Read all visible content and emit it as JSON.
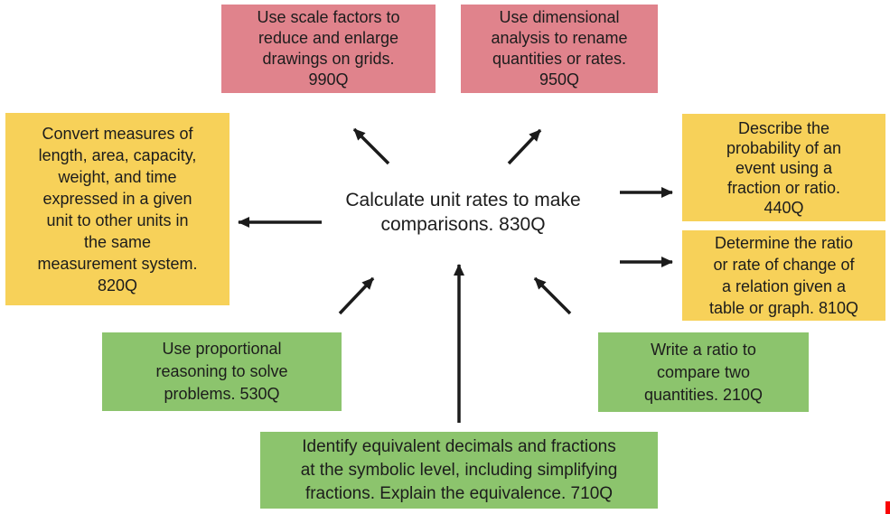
{
  "diagram": {
    "center": {
      "id": "830Q",
      "label": "Calculate unit rates to make\ncomparisons. 830Q"
    },
    "nodes": [
      {
        "id": "990Q",
        "category": "red",
        "color": "#e0838c",
        "label": "Use scale factors to\nreduce and enlarge\ndrawings on grids.\n990Q"
      },
      {
        "id": "950Q",
        "category": "red",
        "color": "#e0838c",
        "label": "Use dimensional\nanalysis to rename\nquantities or rates.\n950Q"
      },
      {
        "id": "820Q",
        "category": "yellow",
        "color": "#f7d159",
        "label": "Convert measures of\nlength, area, capacity,\nweight, and time\nexpressed in a given\nunit to other units in\nthe same\nmeasurement system.\n820Q"
      },
      {
        "id": "440Q",
        "category": "yellow",
        "color": "#f7d159",
        "label": "Describe the\nprobability of an\nevent using a\nfraction or ratio.\n440Q"
      },
      {
        "id": "810Q",
        "category": "yellow",
        "color": "#f7d159",
        "label": "Determine the ratio\nor rate of change of\na relation given a\ntable or graph. 810Q"
      },
      {
        "id": "530Q",
        "category": "green",
        "color": "#8cc46d",
        "label": "Use proportional\nreasoning to solve\nproblems. 530Q"
      },
      {
        "id": "210Q",
        "category": "green",
        "color": "#8cc46d",
        "label": "Write a ratio to\ncompare two\nquantities. 210Q"
      },
      {
        "id": "710Q",
        "category": "green",
        "color": "#8cc46d",
        "label": "Identify equivalent decimals and fractions\nat the symbolic level, including simplifying\nfractions. Explain the equivalence. 710Q"
      }
    ],
    "edges": [
      {
        "from": "830Q",
        "to": "990Q"
      },
      {
        "from": "830Q",
        "to": "950Q"
      },
      {
        "from": "830Q",
        "to": "820Q"
      },
      {
        "from": "830Q",
        "to": "440Q"
      },
      {
        "from": "830Q",
        "to": "810Q"
      },
      {
        "from": "530Q",
        "to": "830Q"
      },
      {
        "from": "710Q",
        "to": "830Q"
      },
      {
        "from": "210Q",
        "to": "830Q"
      }
    ],
    "colors": {
      "red_box": "#e0838c",
      "yellow_box": "#f7d159",
      "green_box": "#8cc46d",
      "arrow": "#1b1b1b",
      "text": "#1c1c1c",
      "background": "#ffffff",
      "corner_artifact": "#f90505"
    }
  }
}
